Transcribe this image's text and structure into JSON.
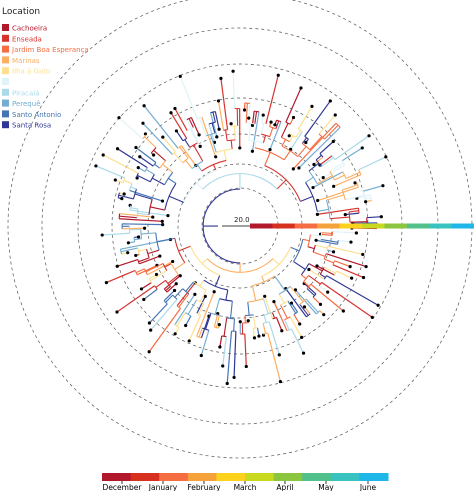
{
  "legend": {
    "title": "Location",
    "items": [
      {
        "label": "Cachoeira",
        "color": "#b2182b"
      },
      {
        "label": "Enseada",
        "color": "#d6332f"
      },
      {
        "label": "Jardim Boa Esperança",
        "color": "#f46d43"
      },
      {
        "label": "Marinas",
        "color": "#fdae61"
      },
      {
        "label": "Ilha à Gato",
        "color": "#fee090"
      },
      {
        "label": "",
        "color": "#e0f3f8"
      },
      {
        "label": "Piracaiá",
        "color": "#abd9e9"
      },
      {
        "label": "Perequê",
        "color": "#74add1"
      },
      {
        "label": "Santo Antonio",
        "color": "#4575b4"
      },
      {
        "label": "Santa Rosa",
        "color": "#313695"
      }
    ]
  },
  "scale": {
    "label": "20.0"
  },
  "timeline": {
    "segments": [
      {
        "color": "#b2182b"
      },
      {
        "color": "#d7301f"
      },
      {
        "color": "#f46d43"
      },
      {
        "color": "#f6a23a"
      },
      {
        "color": "#fdd21c"
      },
      {
        "color": "#c9d91f"
      },
      {
        "color": "#8cc63f"
      },
      {
        "color": "#52c08a"
      },
      {
        "color": "#38c3c0"
      },
      {
        "color": "#1fb6e8"
      }
    ],
    "months": [
      "December",
      "January",
      "February",
      "March",
      "April",
      "May",
      "June"
    ]
  }
}
